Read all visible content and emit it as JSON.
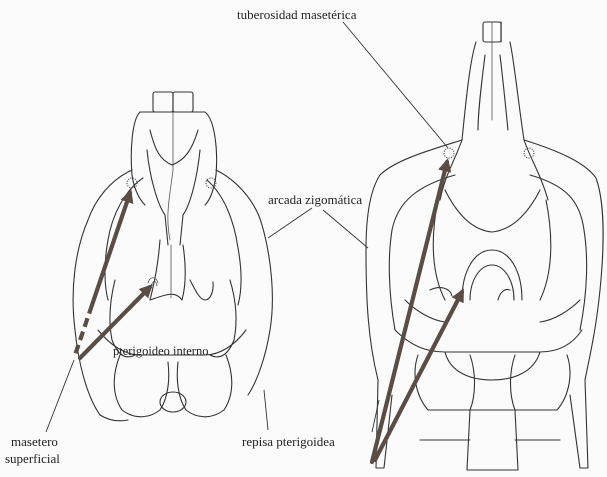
{
  "labels": {
    "tuberosity": "tuberosidad masetérica",
    "zygomatic_arch": "arcada zigomática",
    "internal_pterygoid": "pterigoideo interno",
    "superficial_masseter_line1": "masetero",
    "superficial_masseter_line2": "superficial",
    "pterygoid_shelf": "repisa pterigoidea"
  }
}
